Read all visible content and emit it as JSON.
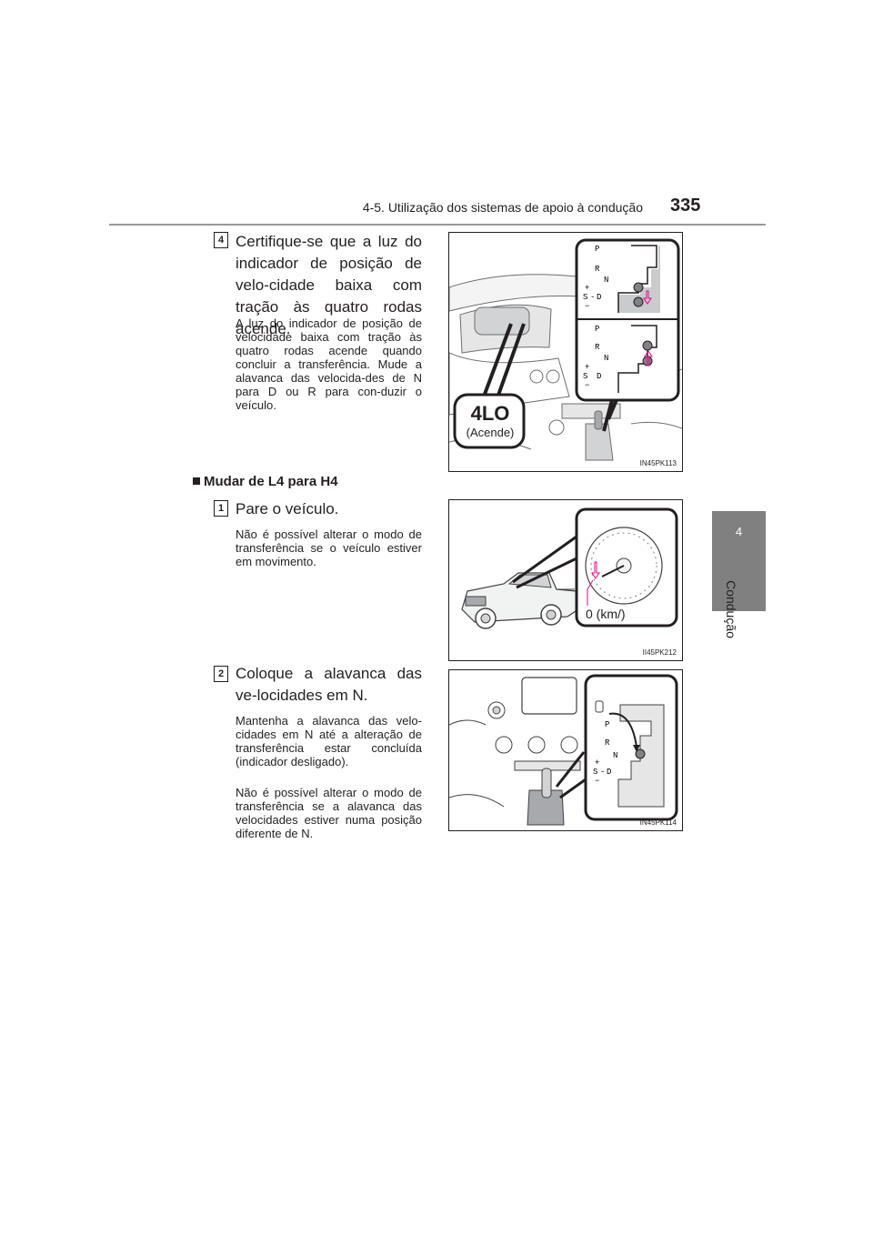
{
  "header": {
    "section": "4-5. Utilização dos sistemas de apoio à condução",
    "page_number": "335"
  },
  "side_tab": {
    "number": "4",
    "label": "Condução"
  },
  "step4": {
    "badge": "4",
    "title": "Certifique-se que a luz do indicador de posição de velo-cidade baixa com tração às quatro rodas acende.",
    "body": "A luz do indicador de posição de velocidade baixa com tração às quatro rodas acende quando concluir a transferência. Mude a alavanca das velocida-des de N para D ou R para con-duzir o veículo.",
    "figure": {
      "indicator": "4LO",
      "indicator_caption": "(Acende)",
      "code": "IN45PK113"
    }
  },
  "section": {
    "title": "Mudar de L4 para H4"
  },
  "step1": {
    "badge": "1",
    "title": "Pare o veículo.",
    "body": "Não é possível alterar o modo de transferência se o veículo estiver em movimento.",
    "figure": {
      "speed_label": "0 (km/)",
      "code": "II45PK212"
    }
  },
  "step2": {
    "badge": "2",
    "title": "Coloque a alavanca das ve-locidades em N.",
    "body1": "Mantenha a alavanca das velo-cidades em N até a alteração de transferência estar concluída (indicador desligado).",
    "body2": "Não é possível alterar o modo de transferência se a alavanca das velocidades estiver numa posição diferente de N.",
    "figure": {
      "code": "IN45PK114"
    }
  },
  "gear_letters": {
    "p": "P",
    "r": "R",
    "n": "N",
    "s": "S",
    "d": "D",
    "plus": "+",
    "minus": "−",
    "dash": "-"
  }
}
